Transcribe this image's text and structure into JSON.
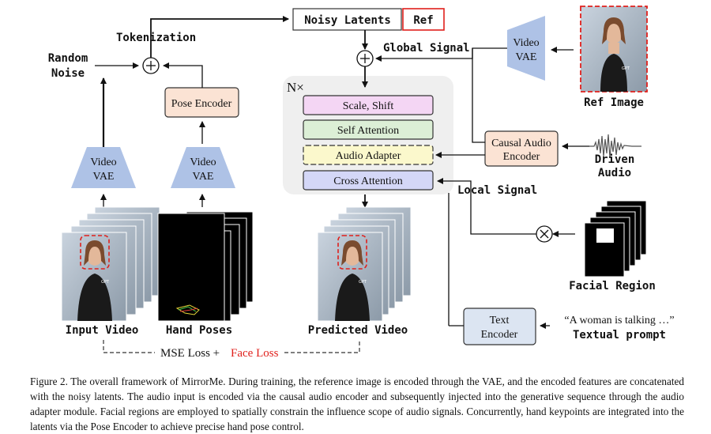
{
  "labels": {
    "noisy_latents": "Noisy Latents",
    "ref": "Ref",
    "tokenization": "Tokenization",
    "global_signal": "Global Signal",
    "random_noise_1": "Random",
    "random_noise_2": "Noise",
    "pose_encoder": "Pose Encoder",
    "video_vae_1": "Video",
    "video_vae_2": "VAE",
    "n_times": "N×",
    "scale_shift": "Scale, Shift",
    "self_attention": "Self Attention",
    "audio_adapter": "Audio Adapter",
    "cross_attention": "Cross Attention",
    "causal_audio_1": "Causal Audio",
    "causal_audio_2": "Encoder",
    "driven_audio_1": "Driven",
    "driven_audio_2": "Audio",
    "local_signal": "Local Signal",
    "ref_image": "Ref Image",
    "facial_region": "Facial Region",
    "input_video": "Input Video",
    "hand_poses": "Hand Poses",
    "predicted_video": "Predicted Video",
    "text_encoder_1": "Text",
    "text_encoder_2": "Encoder",
    "prompt_quote": "“A woman is talking …”",
    "textual_prompt": "Textual prompt",
    "mse_loss": "MSE Loss +",
    "face_loss": "Face Loss",
    "plus": "+",
    "times": "×",
    "gpt": "GPT"
  },
  "caption": "Figure 2. The overall framework of MirrorMe. During training, the reference image is encoded through the VAE, and the encoded features are concatenated with the noisy latents. The audio input is encoded via the causal audio encoder and subsequently injected into the generative sequence through the audio adapter module. Facial regions are employed to spatially constrain the influence scope of audio signals. Concurrently, hand keypoints are integrated into the latents via the Pose Encoder to achieve precise hand pose control.",
  "colors": {
    "scale_shift": "#f4d6f4",
    "self_attention": "#dcefd6",
    "audio_adapter": "#fbf8cc",
    "cross_attention": "#d4d7f7",
    "vae": "#aec2e6",
    "pose_encoder": "#fbe3d4",
    "causal_audio": "#fbe3d4",
    "text_encoder": "#dce5f2",
    "face_loss": "#e0201c",
    "ref_border": "#e0201c",
    "dit_panel": "#efefef"
  }
}
